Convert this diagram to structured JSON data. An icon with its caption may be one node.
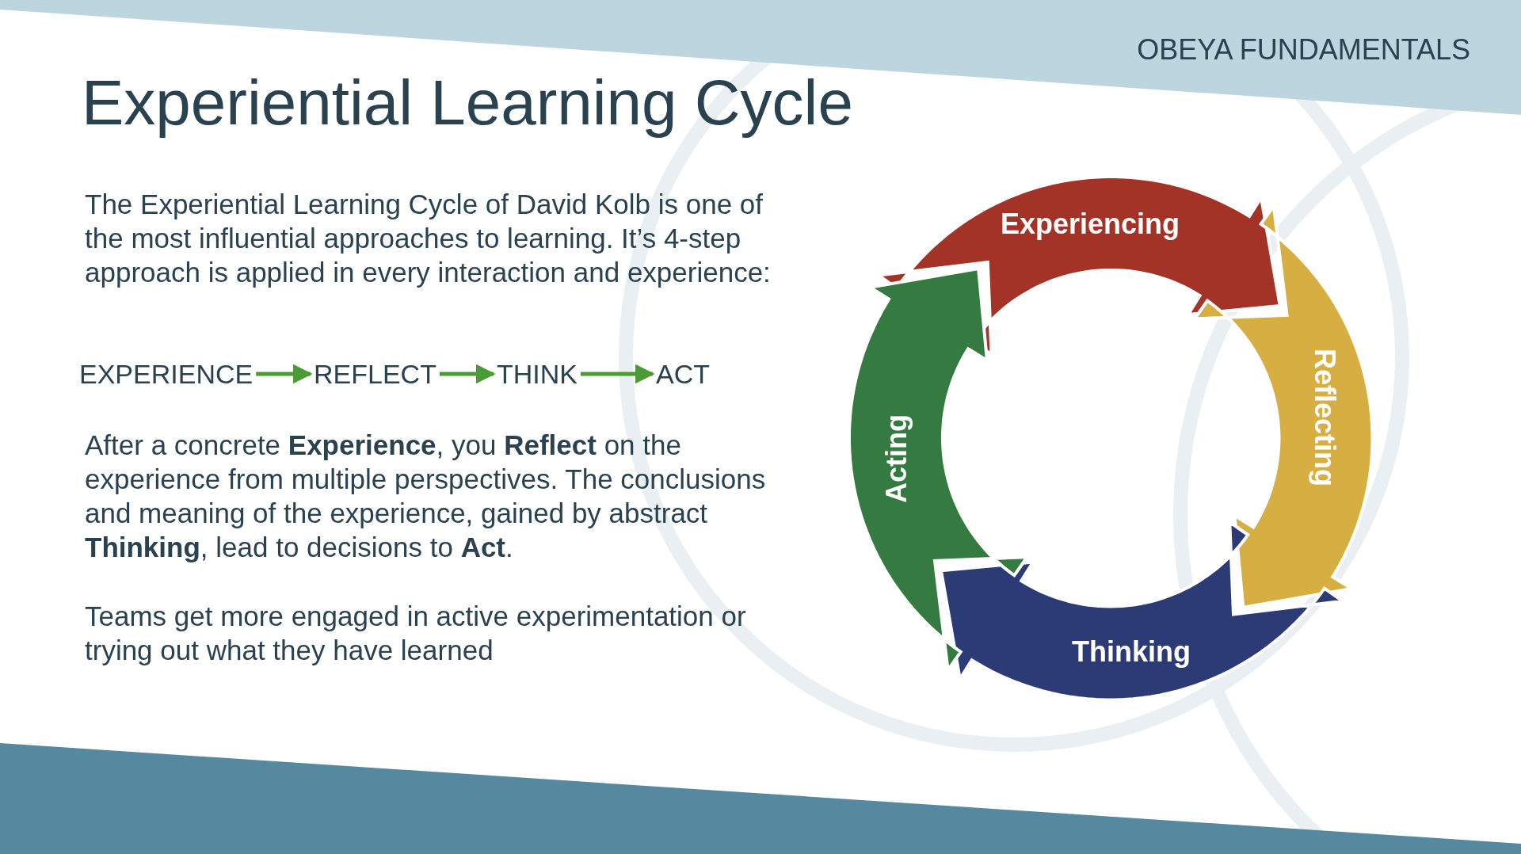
{
  "diagram": {
    "title": "Experiential Learning Cycle",
    "nodes": [
      {
        "text": [
          "EXPERIENCE"
        ]
      },
      {
        "text": [
          "REFLECT"
        ]
      },
      {
        "text": [
          "THINK"
        ]
      },
      {
        "text": [
          "ACT"
        ]
      },
      {
        "text": [
          "Experiencing"
        ]
      },
      {
        "text": [
          "Reflecting"
        ]
      },
      {
        "text": [
          "Thinking"
        ]
      },
      {
        "text": [
          "Acting"
        ]
      }
    ],
    "edges": [
      {
        "from": 0,
        "to": 1,
        "arrow": "to"
      },
      {
        "from": 1,
        "to": 2,
        "arrow": "to"
      },
      {
        "from": 2,
        "to": 3,
        "arrow": "to"
      }
    ],
    "labels": [
      "OBEYA FUNDAMENTALS",
      "The Experiential Learning Cycle of David Kolb is one of the most influential approaches to learning. It’s 4-step approach is applied in every interaction and experience:",
      "After a concrete **Experience**, you **Reflect** on the experience from multiple perspectives. The conclusions and meaning of the experience, gained by abstract **Thinking**, lead to decisions to **Act**.",
      "Teams get more engaged in active experimentation or trying out what they have learned"
    ]
  }
}
